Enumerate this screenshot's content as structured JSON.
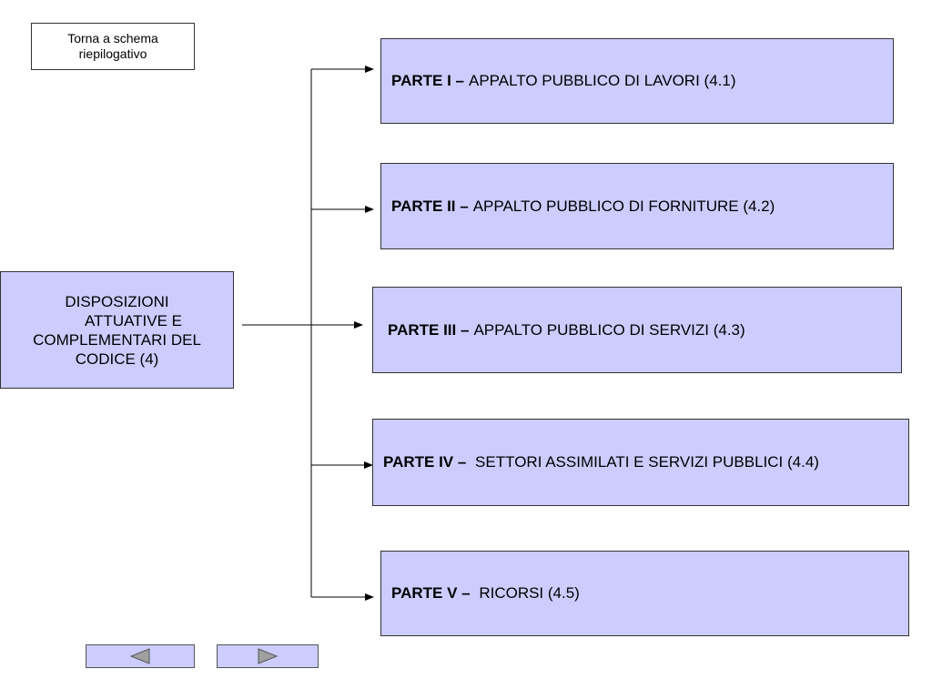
{
  "back_link": {
    "line1": "Torna a schema",
    "line2": "riepilogativo"
  },
  "root": {
    "line1": "DISPOSIZIONI",
    "line2": "ATTUATIVE E",
    "line3": "COMPLEMENTARI DEL",
    "line4": "CODICE (4)"
  },
  "parts": [
    {
      "label": "PARTE I –",
      "text": "APPALTO PUBBLICO DI LAVORI (4.1)"
    },
    {
      "label": "PARTE II –",
      "text": "APPALTO PUBBLICO DI FORNITURE (4.2)"
    },
    {
      "label": "PARTE III –",
      "text": "APPALTO PUBBLICO DI SERVIZI (4.3)"
    },
    {
      "label": "PARTE IV –",
      "text": " SETTORI ASSIMILATI E SERVIZI PUBBLICI (4.4)"
    },
    {
      "label": "PARTE V –",
      "text": " RICORSI (4.5)"
    }
  ],
  "colors": {
    "box_fill": "#ccccff",
    "border": "#333333",
    "arrow": "#000000"
  },
  "nav": {
    "prev_icon": "triangle-left-icon",
    "next_icon": "triangle-right-icon"
  }
}
